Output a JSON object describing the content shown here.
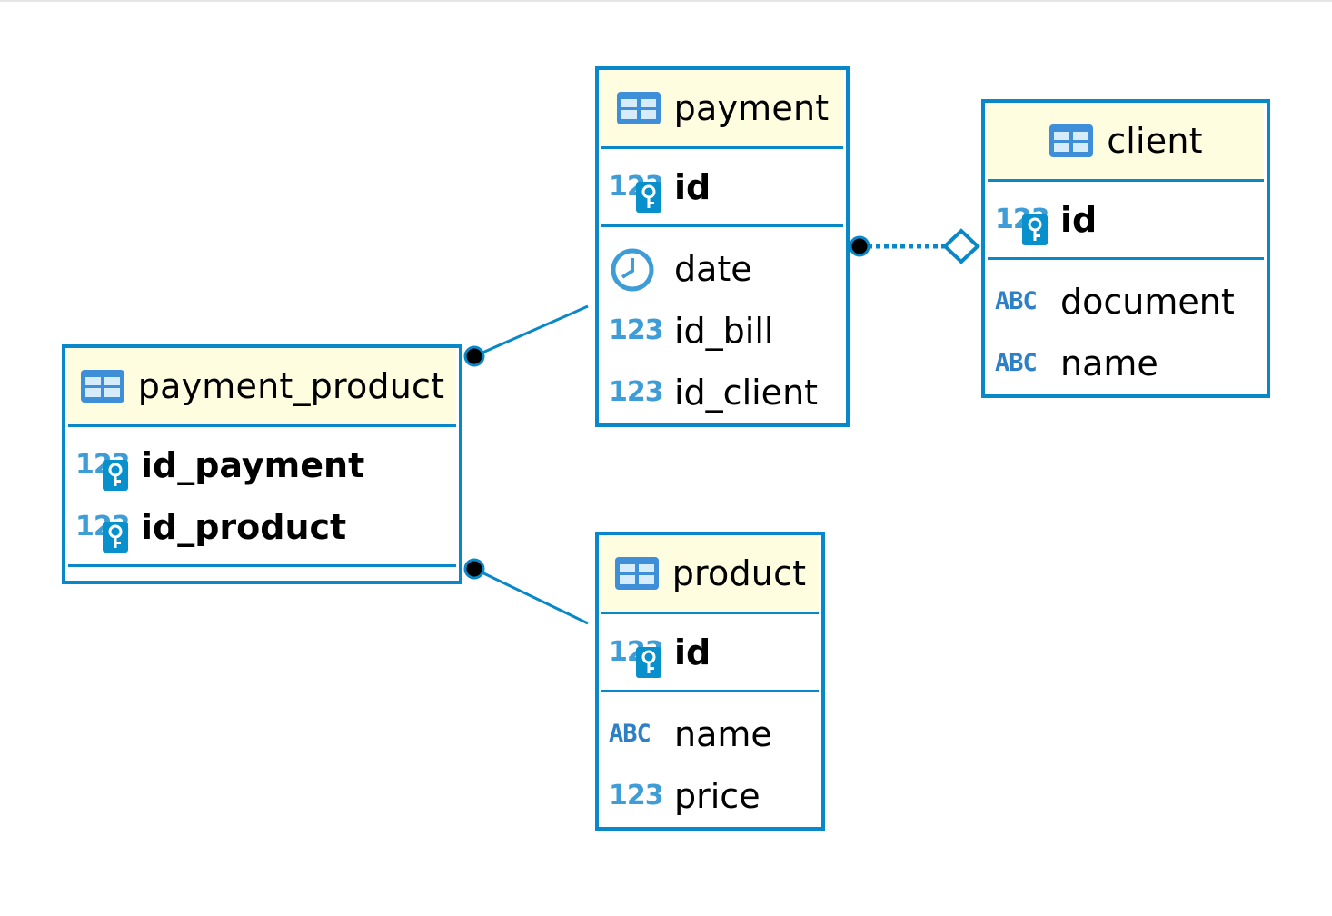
{
  "theme": {
    "border_color": "#0888c8",
    "header_bg": "#fffde0",
    "type_icon_color": "#3e9cd6"
  },
  "icons": {
    "table": "table-icon",
    "primary_key": "key-icon",
    "number": "123",
    "text": "ABC",
    "datetime": "clock-icon"
  },
  "tables": {
    "payment": {
      "name": "payment",
      "pk": [
        {
          "name": "id",
          "type": "123"
        }
      ],
      "columns": [
        {
          "name": "date",
          "type": "clock"
        },
        {
          "name": "id_bill",
          "type": "123"
        },
        {
          "name": "id_client",
          "type": "123"
        }
      ]
    },
    "client": {
      "name": "client",
      "pk": [
        {
          "name": "id",
          "type": "123"
        }
      ],
      "columns": [
        {
          "name": "document",
          "type": "ABC"
        },
        {
          "name": "name",
          "type": "ABC"
        }
      ]
    },
    "payment_product": {
      "name": "payment_product",
      "pk": [
        {
          "name": "id_payment",
          "type": "123"
        },
        {
          "name": "id_product",
          "type": "123"
        }
      ],
      "columns": []
    },
    "product": {
      "name": "product",
      "pk": [
        {
          "name": "id",
          "type": "123"
        }
      ],
      "columns": [
        {
          "name": "name",
          "type": "ABC"
        },
        {
          "name": "price",
          "type": "123"
        }
      ]
    }
  },
  "relationships": [
    {
      "from": "payment",
      "to": "client",
      "style": "dotted",
      "from_end": "dot",
      "to_end": "diamond"
    },
    {
      "from": "payment_product",
      "to": "payment",
      "style": "solid",
      "from_end": "dot"
    },
    {
      "from": "payment_product",
      "to": "product",
      "style": "solid",
      "from_end": "dot"
    }
  ]
}
